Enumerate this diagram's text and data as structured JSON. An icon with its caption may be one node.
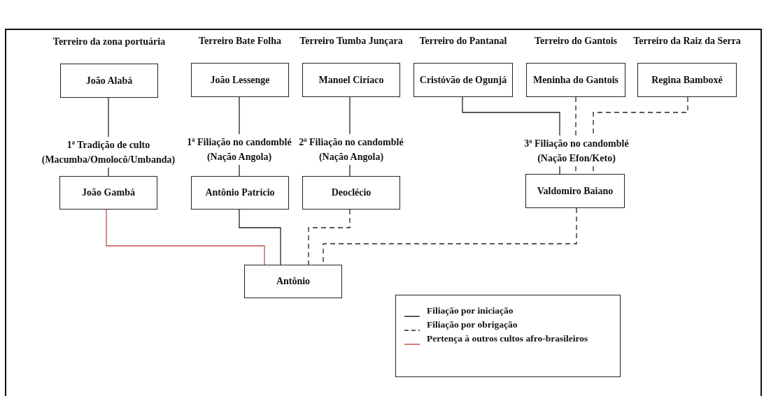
{
  "diagram": {
    "nodes": [
      {
        "text": [
          "João Alabá"
        ],
        "beside": [
          "Terreiro da zona portuária"
        ]
      },
      {
        "text": [
          "João Lessenge"
        ],
        "beside": [
          "Terreiro Bate Folha"
        ]
      },
      {
        "text": [
          "Manoel Ciríaco"
        ],
        "beside": [
          "Terreiro Tumba Junçara"
        ]
      },
      {
        "text": [
          "Cristóvão de Ogunjá"
        ],
        "beside": [
          "Terreiro do Pantanal"
        ]
      },
      {
        "text": [
          "Meninha do Gantois"
        ],
        "beside": [
          "Terreiro do Gantois"
        ]
      },
      {
        "text": [
          "Regina Bamboxé"
        ],
        "beside": [
          "Terreiro da Raiz da Serra"
        ]
      },
      {
        "text": [
          "1ª Tradição de culto (Macumba/Omolocô/Umbanda)"
        ]
      },
      {
        "text": [
          "1ª Filiação no candomblé (Nação Angola)"
        ]
      },
      {
        "text": [
          "2ª Filiação no candomblé (Nação Angola)"
        ]
      },
      {
        "text": [
          "3ª Filiação no candomblé (Nação Efon/Keto)"
        ]
      },
      {
        "text": [
          "João Gambá"
        ]
      },
      {
        "text": [
          "Antônio Patrício"
        ]
      },
      {
        "text": [
          "Deoclécio"
        ]
      },
      {
        "text": [
          "Valdomiro Baiano"
        ]
      },
      {
        "text": [
          "Antônio"
        ]
      }
    ],
    "edges": [
      {
        "from": 0,
        "to": 6,
        "arrow": "none"
      },
      {
        "from": 1,
        "to": 7,
        "arrow": "none"
      },
      {
        "from": 2,
        "to": 8,
        "arrow": "none"
      },
      {
        "from": 3,
        "to": 9,
        "arrow": "none"
      },
      {
        "from": 4,
        "to": 9,
        "arrow": "none",
        "style": "dashed"
      },
      {
        "from": 5,
        "to": 9,
        "arrow": "none",
        "style": "dashed"
      },
      {
        "from": 6,
        "to": 10,
        "arrow": "none"
      },
      {
        "from": 7,
        "to": 11,
        "arrow": "none"
      },
      {
        "from": 8,
        "to": 12,
        "arrow": "none"
      },
      {
        "from": 9,
        "to": 13,
        "arrow": "none"
      },
      {
        "from": 9,
        "to": 13,
        "arrow": "none",
        "style": "dashed"
      },
      {
        "from": 9,
        "to": 13,
        "arrow": "none",
        "style": "dashed"
      },
      {
        "from": 10,
        "to": 14,
        "arrow": "none",
        "color": "#c0504d"
      },
      {
        "from": 11,
        "to": 14,
        "arrow": "none"
      },
      {
        "from": 12,
        "to": 14,
        "arrow": "none",
        "style": "dashed"
      },
      {
        "from": 13,
        "to": 14,
        "arrow": "none",
        "style": "dashed"
      }
    ],
    "legend": [
      {
        "text": "Filiação por iniciação"
      },
      {
        "text": "Filiação por obrigação"
      },
      {
        "text": "Pertença à outros cultos afro-brasileiros"
      }
    ]
  }
}
